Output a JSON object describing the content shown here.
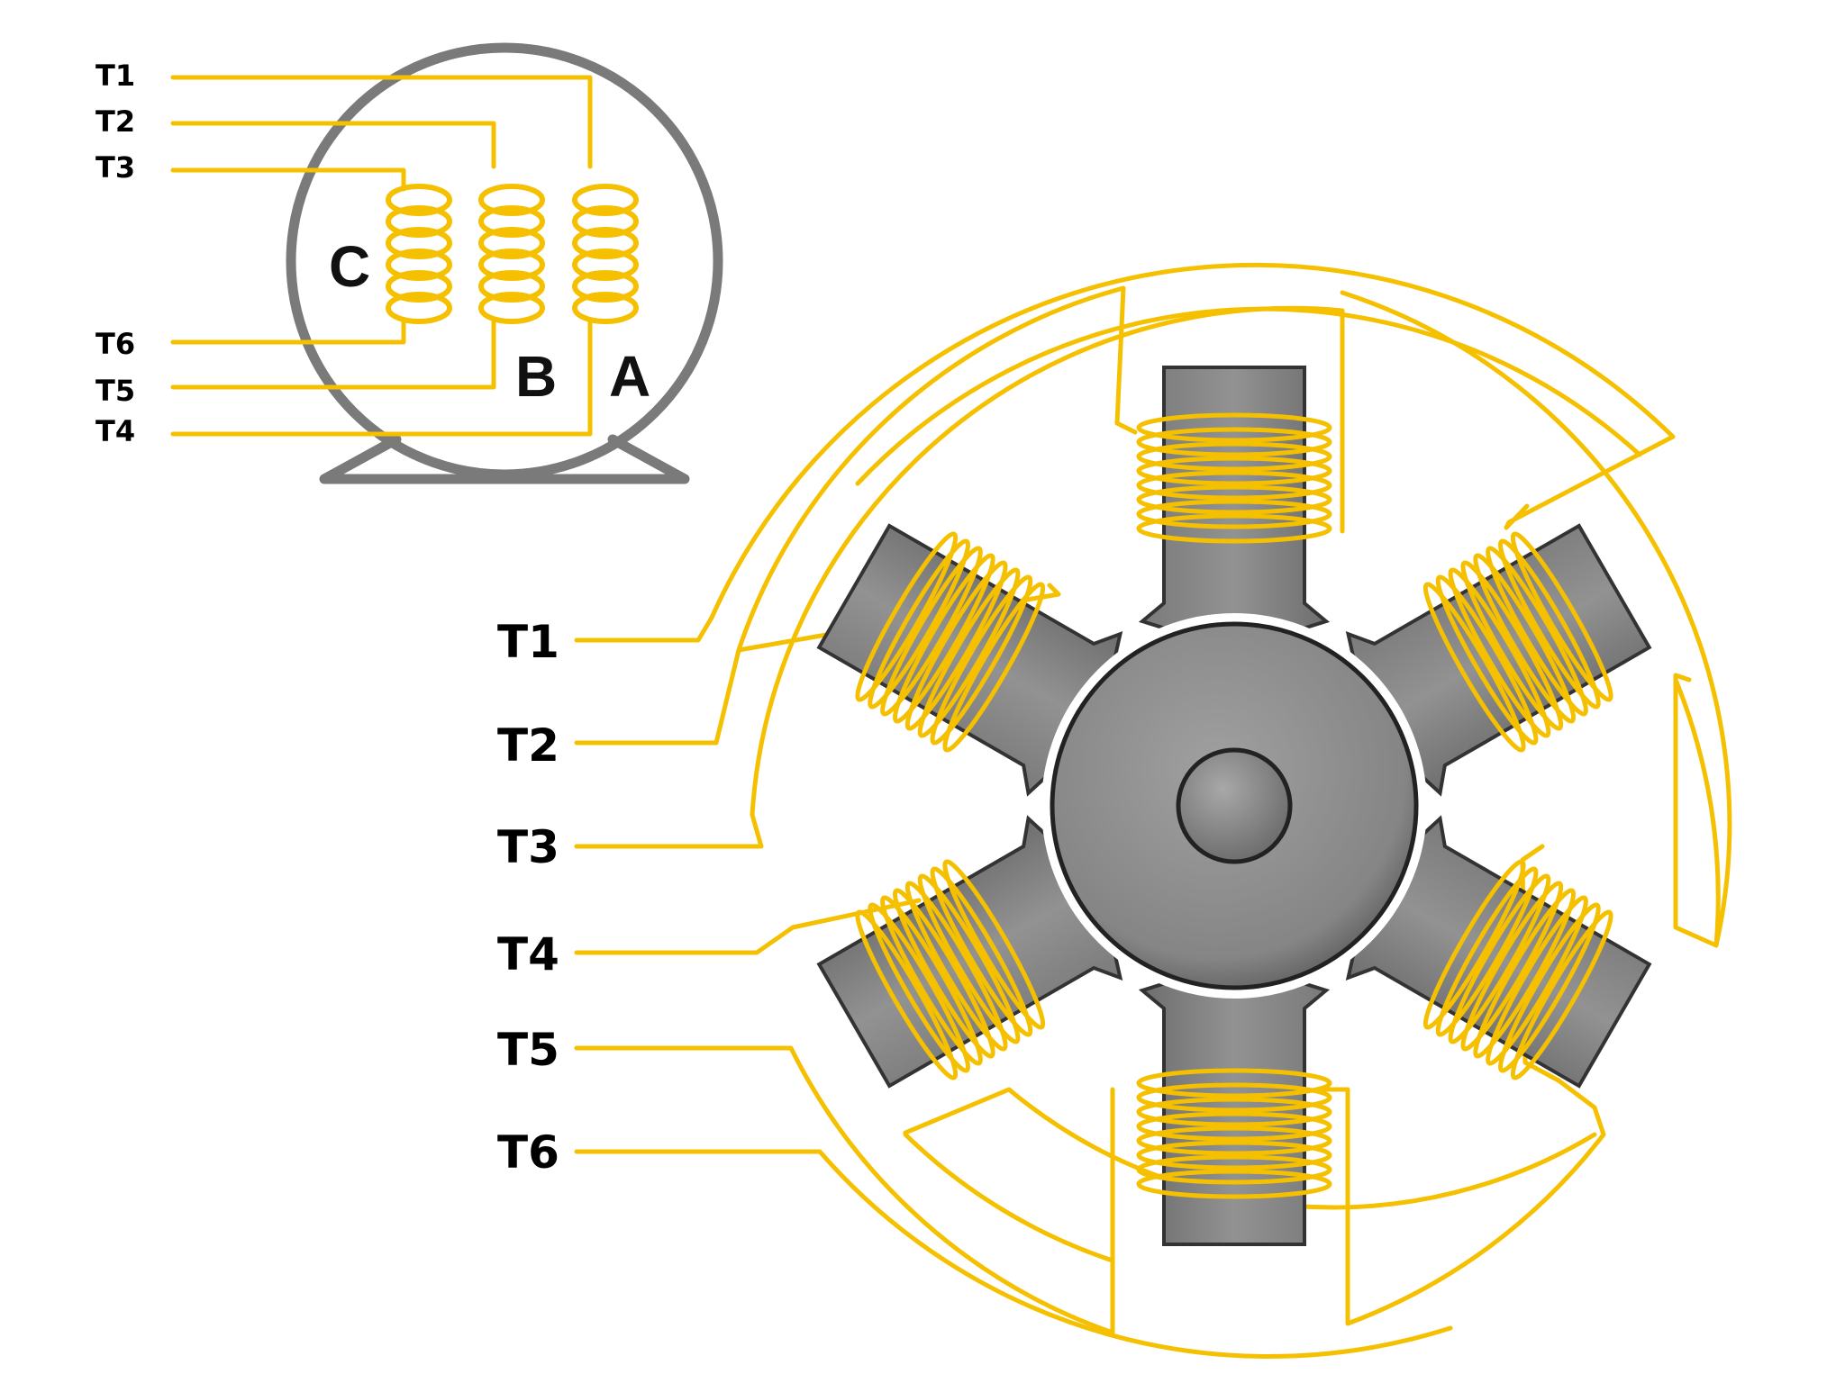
{
  "colors": {
    "wire": "#f5c000",
    "housing": "#7a7a7a",
    "pole": "#8a8a8a",
    "pole_dark": "#4a4a4a",
    "rotor": "#8c8c8c",
    "label": "#000000"
  },
  "schematic": {
    "terminals": [
      "T1",
      "T2",
      "T3",
      "T6",
      "T5",
      "T4"
    ],
    "coils": [
      "C",
      "B",
      "A"
    ]
  },
  "stator": {
    "terminals": [
      "T1",
      "T2",
      "T3",
      "T4",
      "T5",
      "T6"
    ]
  }
}
